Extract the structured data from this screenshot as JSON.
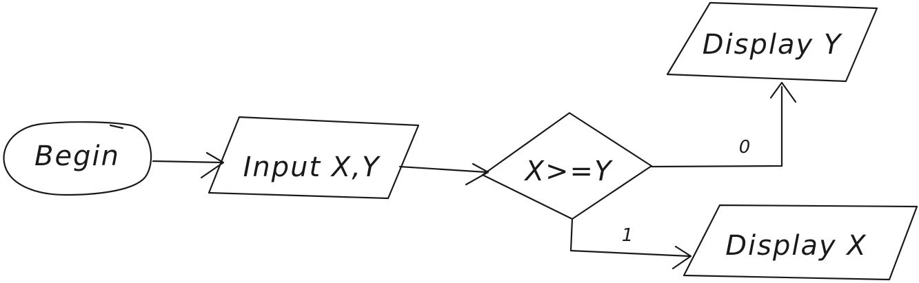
{
  "diagram": {
    "nodes": {
      "begin": {
        "label": "Begin",
        "shape": "terminator"
      },
      "input": {
        "label": "Input X,Y",
        "shape": "parallelogram"
      },
      "decision": {
        "label": "X>=Y",
        "shape": "diamond"
      },
      "display_y": {
        "label": "Display Y",
        "shape": "parallelogram"
      },
      "display_x": {
        "label": "Display X",
        "shape": "parallelogram"
      }
    },
    "edges": {
      "begin_to_input": {
        "from": "begin",
        "to": "input",
        "label": ""
      },
      "input_to_decision": {
        "from": "input",
        "to": "decision",
        "label": ""
      },
      "decision_to_display_y": {
        "from": "decision",
        "to": "display_y",
        "label": "0"
      },
      "decision_to_display_x": {
        "from": "decision",
        "to": "display_x",
        "label": "1"
      }
    }
  },
  "colors": {
    "ink": "#1a1a1a",
    "background": "#ffffff"
  }
}
